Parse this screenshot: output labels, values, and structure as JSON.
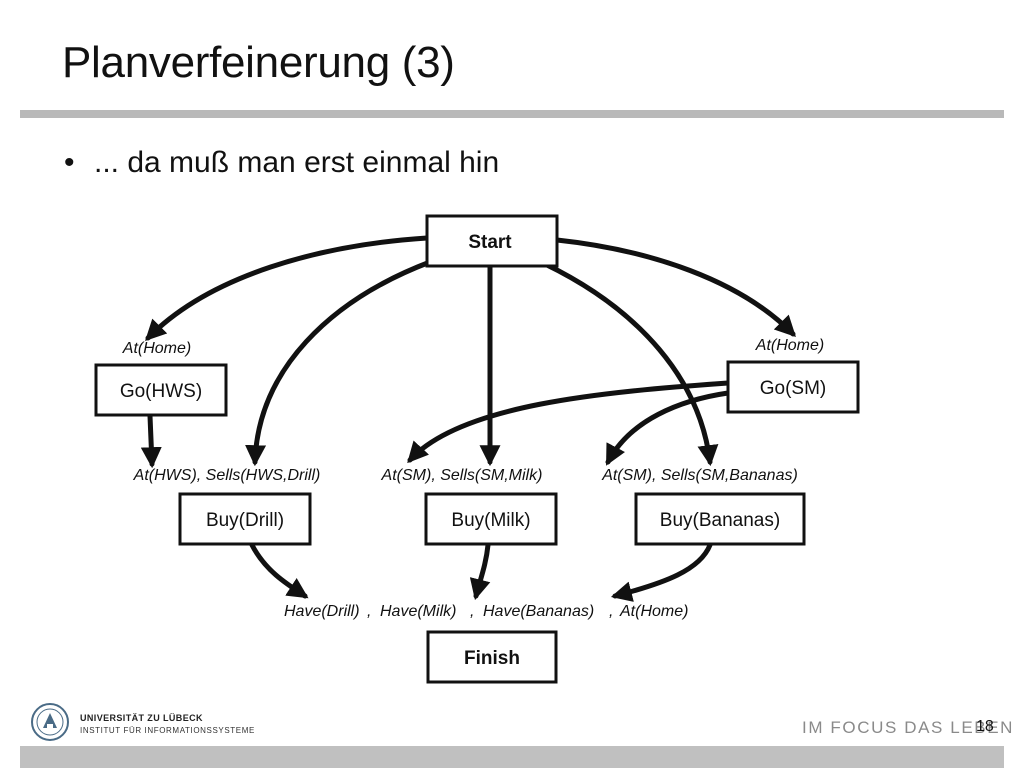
{
  "slide": {
    "title": "Planverfeinerung (3)",
    "bullet_symbol": "•",
    "bullet": "... da muß man erst einmal hin",
    "page_number": "18"
  },
  "diagram": {
    "nodes": {
      "start": "Start",
      "go_hws": "Go(HWS)",
      "go_sm": "Go(SM)",
      "buy_drill": "Buy(Drill)",
      "buy_milk": "Buy(Milk)",
      "buy_bananas": "Buy(Bananas)",
      "finish": "Finish"
    },
    "conditions": {
      "go_hws_pre": "At(Home)",
      "go_sm_pre": "At(Home)",
      "buy_drill_pre": "At(HWS), Sells(HWS,Drill)",
      "buy_milk_pre": "At(SM), Sells(SM,Milk)",
      "buy_bananas_pre": "At(SM), Sells(SM,Bananas)",
      "finish_pre_1": "Have(Drill)",
      "finish_sep_1": ",",
      "finish_pre_2": "Have(Milk)",
      "finish_sep_2": ",",
      "finish_pre_3": "Have(Bananas)",
      "finish_sep_3": ",",
      "finish_pre_4": "At(Home)"
    }
  },
  "footer": {
    "university": "UNIVERSITÄT ZU LÜBECK",
    "institute": "INSTITUT FÜR INFORMATIONSSYSTEME",
    "slogan": "IM FOCUS DAS LEBEN",
    "logo_icon": "university-seal-icon"
  }
}
